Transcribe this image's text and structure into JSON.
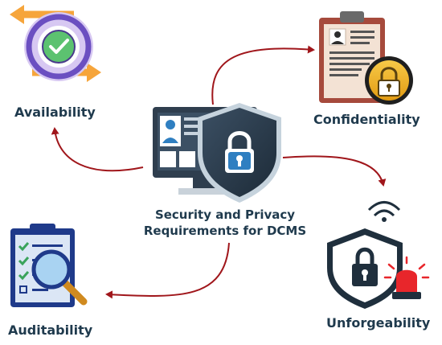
{
  "center": {
    "line1": "Security and Privacy",
    "line2": "Requirements for DCMS"
  },
  "requirements": {
    "availability": "Availability",
    "confidentiality": "Confidentiality",
    "unforgeability": "Unforgeability",
    "auditability": "Auditability"
  },
  "colors": {
    "text": "#1f3a4d",
    "arrow": "#a0161b",
    "shield": "#2c3e50",
    "accent": "#3a7bd5"
  },
  "icons": {
    "center": "monitor-shield-lock-icon",
    "availability": "circular-arrows-check-icon",
    "confidentiality": "clipboard-padlock-icon",
    "unforgeability": "shield-alarm-wifi-icon",
    "auditability": "clipboard-magnifier-icon"
  }
}
